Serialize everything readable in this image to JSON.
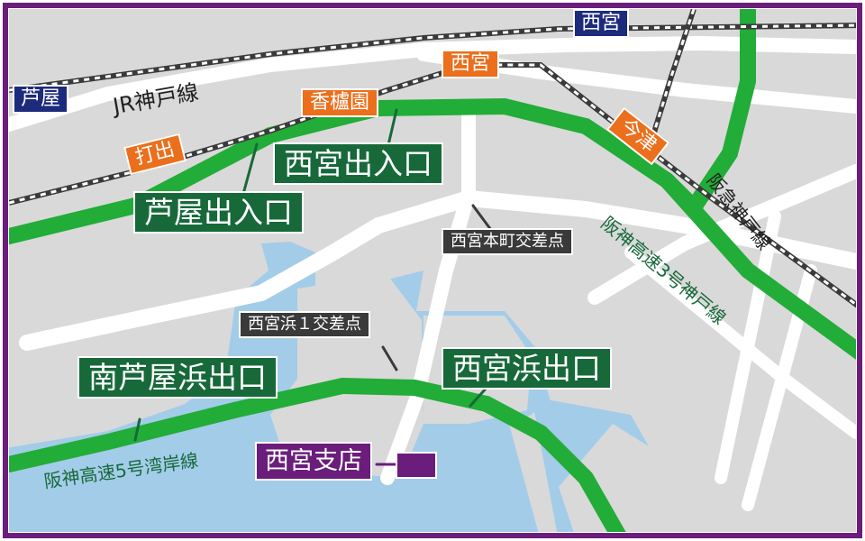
{
  "colors": {
    "land": "#d9d9d9",
    "water": "#a3cce9",
    "road": "#ffffff",
    "expressway": "#22ac38",
    "rail": "#3a3a3a",
    "frame": "#6b1d7c",
    "jr_station": "#1c2b7c",
    "hanshin_station": "#eb6f1c",
    "ramp_label": "#17693a",
    "intersection_label": "#3a3a3a",
    "branch_marker": "#6b1d7c"
  },
  "stations": {
    "jr_ashiya": "芦屋",
    "jr_nishinomiya": "西宮",
    "uchide": "打出",
    "koroen": "香櫨園",
    "hanshin_nishinomiya": "西宮",
    "imazu": "今津"
  },
  "lines": {
    "jr_kobe": "JR神戸線",
    "hankyu_kobe": "阪急神戸線",
    "hanshin_route3": "阪神高速3号神戸線",
    "hanshin_route5": "阪神高速5号湾岸線"
  },
  "ramps": {
    "nishinomiya_entrance": "西宮出入口",
    "ashiya_entrance": "芦屋出入口",
    "minami_ashiyahama_exit": "南芦屋浜出口",
    "nishinomiyahama_exit": "西宮浜出口"
  },
  "intersections": {
    "honmachi": "西宮本町交差点",
    "hama1": "西宮浜１交差点"
  },
  "branch": {
    "label": "西宮支店",
    "icon": "office-marker-icon"
  }
}
